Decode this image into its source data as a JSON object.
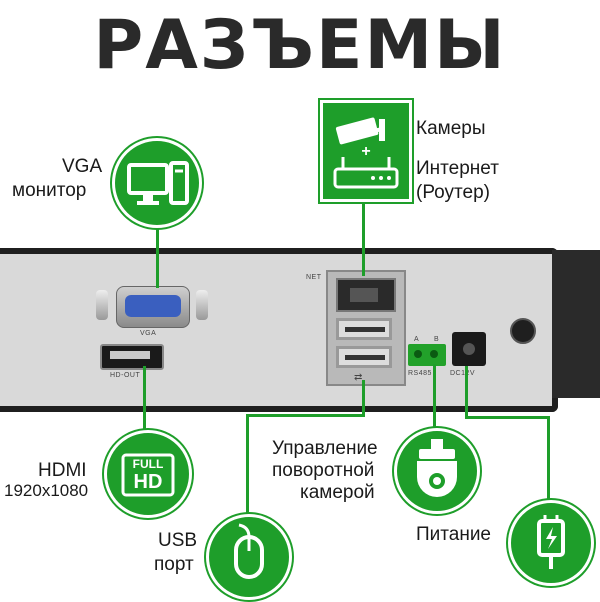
{
  "title": "РАЗЪЕМЫ",
  "ports": {
    "vga": {
      "label_line1": "VGA",
      "label_line2": "монитор",
      "port_text": "VGA",
      "icon": "monitor-pc-icon"
    },
    "hdmi": {
      "label_line1": "HDMI",
      "label_line2": "1920x1080",
      "port_text": "HD-OUT",
      "icon": "full-hd-icon",
      "icon_text_top": "FULL",
      "icon_text_bottom": "HD"
    },
    "usb": {
      "label_line1": "USB",
      "label_line2": "порт",
      "icon": "mouse-icon"
    },
    "net": {
      "label_line1": "Камеры",
      "label_line2": "Интернет",
      "label_line3": "(Роутер)",
      "port_text": "NET",
      "icon": "camera-router-icon",
      "plus": "+"
    },
    "rs485": {
      "label_line1": "Управление",
      "label_line2": "поворотной",
      "label_line3": "камерой",
      "port_text": "RS485",
      "pin_a": "A",
      "pin_b": "B",
      "icon": "ptz-camera-icon"
    },
    "power": {
      "label_line1": "Питание",
      "port_text": "DC12V",
      "icon": "power-adapter-icon"
    }
  },
  "colors": {
    "accent": "#1e9e2a",
    "panel": "#d9d9d9",
    "frame": "#1f1f1f"
  }
}
